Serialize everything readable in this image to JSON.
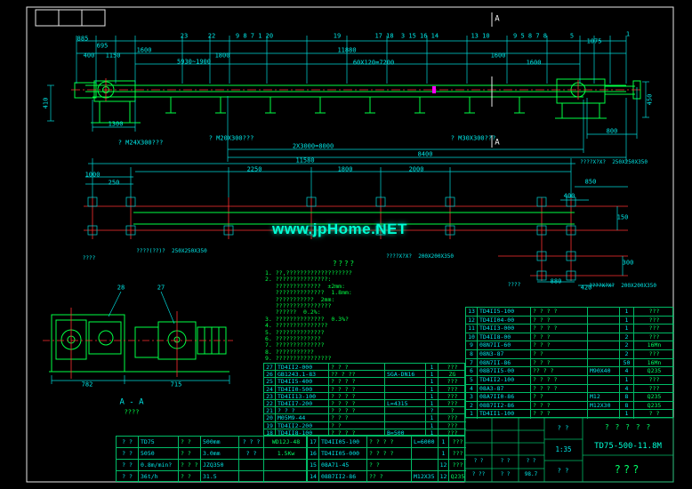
{
  "watermark": {
    "text": "www.jpHome.NET"
  },
  "elevation": {
    "labels": {
      "d885": "885",
      "d695": "695",
      "c23": "23",
      "c22": "22",
      "c98720": "9 8 7 1 20",
      "c19": "19",
      "d11880": "11880",
      "c1718": "17 18",
      "c3151614": "3 15 16 14",
      "c1310": "13 10",
      "c95878": "9 5 8 7 8",
      "c5": "5",
      "d1075": "1075",
      "c1": "1",
      "d400": "400",
      "d1150": "1150",
      "d1600a": "1600",
      "d1800": "1800",
      "d5930": "5930~1900",
      "d7200": "60X120=7200",
      "d1600b": "1600",
      "d1600c": "1600",
      "d1300": "1300",
      "m24": "? M24X300???",
      "m20": "? M20X300???",
      "m30": "? M30X300???",
      "d8000": "2X3000=8000",
      "d8400": "8400",
      "d800": "800",
      "d450": "450",
      "d410": "410",
      "secA_top": "A",
      "secA_bot": "A"
    }
  },
  "plan": {
    "labels": {
      "d1000": "1000",
      "d250": "250",
      "d11580": "11580",
      "d2250": "2250",
      "d1800": "1800",
      "d2000": "2000",
      "d850": "850",
      "d400": "400",
      "d150": "150",
      "d300": "300",
      "d880": "880",
      "d420": "420",
      "anchor_tr": "????X?X?  250X250X350",
      "anchor_bl": "????(??)?  250X250X350",
      "anchor_bc": "????X?X?  200X200X350",
      "anchor_br": "????X?X?  200X200X350",
      "mark_l1": "????",
      "mark_r": "????"
    }
  },
  "section": {
    "labels": {
      "c28": "28",
      "c27": "27",
      "d782": "782",
      "d715": "715",
      "title": "A - A",
      "subtitle": "????"
    }
  },
  "notes": {
    "title": "????",
    "lines": [
      "1. ??,???????????????????",
      "2. ???????????????:",
      "   ?????????????  ±2mm:",
      "   ??????????????  1.8mm:",
      "   ???????????  2mm:",
      "   ????????????????",
      "   ??????  0.2%:",
      "3. ??????????????  0.3%?",
      "4. ???????????????",
      "5. ??????????????",
      "6. ?????????????",
      "7. ??????????????",
      "8. ???????????",
      "9. ????????????????"
    ]
  },
  "bom_right": {
    "rows": [
      [
        "13",
        "TD4II5-100",
        "? ? ? ?",
        "",
        "1",
        "???"
      ],
      [
        "12",
        "TD4II04-00",
        "? ? ?",
        "",
        "1",
        "???"
      ],
      [
        "11",
        "TD4II3-000",
        "? ? ? ?",
        "",
        "1",
        "???"
      ],
      [
        "10",
        "TD4II8-00",
        "? ? ?",
        "",
        "2",
        "???"
      ],
      [
        "9",
        "08N7II-60",
        "? ? ?",
        "",
        "2",
        "16Mn"
      ],
      [
        "8",
        "08N3-87",
        "? ?",
        "",
        "2",
        "???"
      ],
      [
        "7",
        "08N7II-86",
        "? ? ?",
        "",
        "50",
        "16Mn"
      ],
      [
        "6",
        "08B7II5-00",
        "?? ? ?",
        "M90X40",
        "4",
        "Q235"
      ],
      [
        "5",
        "TD4II2-100",
        "? ? ? ?",
        "",
        "1",
        "???"
      ],
      [
        "4",
        "08A3-87",
        "? ? ? ?",
        "",
        "4",
        "???"
      ],
      [
        "3",
        "08A7II0-86",
        "? ?",
        "M12",
        "8",
        "Q235"
      ],
      [
        "2",
        "08B7II2-86",
        "? ? ?",
        "M12X30",
        "8",
        "Q235"
      ],
      [
        "1",
        "TD4II1-100",
        "? ? ?",
        "",
        "1",
        "? ?"
      ]
    ]
  },
  "bom_left": {
    "rows": [
      [
        "27",
        "TD4II2-000",
        "? ? ?",
        "",
        "1",
        "???"
      ],
      [
        "26",
        "GB1243.1-83",
        "?? ? ??",
        "SGA-DN16",
        "1",
        "ZG"
      ],
      [
        "25",
        "TD4II5-400",
        "? ? ? ?",
        "",
        "1",
        "???"
      ],
      [
        "24",
        "TD4II0-500",
        "? ? ? ?",
        "",
        "1",
        "???"
      ],
      [
        "23",
        "TD4II13-100",
        "? ? ? ?",
        "",
        "1",
        "???"
      ],
      [
        "22",
        "TD4II7-200",
        "? ? ? ?",
        "L=4315",
        "1",
        "???"
      ],
      [
        "21",
        "? ? ?",
        "? ? ? ?",
        "",
        "?",
        "?"
      ],
      [
        "20",
        "M05M9-44",
        "? ? ?",
        "",
        "1",
        "???"
      ],
      [
        "19",
        "TD4II2-200",
        "? ?",
        "",
        "1",
        "???"
      ],
      [
        "18",
        "TD4II8-100",
        "? ? ? ?",
        "B=500",
        "1",
        "???"
      ]
    ]
  },
  "bom_bottom": {
    "rows": [
      [
        "17",
        "TD4II05-100",
        "? ? ? ?",
        "L=6000",
        "1",
        "???"
      ],
      [
        "16",
        "TD4II05-000",
        "? ? ? ?",
        "",
        "1",
        "???"
      ],
      [
        "15",
        "08A71-45",
        "? ?",
        "",
        "12",
        "???"
      ],
      [
        "14",
        "08B7II2-86",
        "?? ?",
        "M12X35",
        "12",
        "Q235"
      ]
    ]
  },
  "spec_table": {
    "rows": [
      [
        "? ?",
        "TD75",
        "? ?",
        "500mm",
        "? ? ?",
        "WD12J-48"
      ],
      [
        "? ?",
        "5050",
        "? ?",
        "3.0mm",
        "? ?",
        "1.5Kw"
      ],
      [
        "? ?",
        "0.8m/min?",
        "? ? ?",
        "JZQ350",
        "",
        ""
      ],
      [
        "? ?",
        "36t/h",
        "? ?",
        "31.5",
        "",
        ""
      ]
    ]
  },
  "titleblock": {
    "big": "? ? ? ? ?",
    "model": "TD75-500-11.8M",
    "company": "???",
    "scale": "1:35",
    "mid_top": "? ?",
    "mid_bottom": "? ?",
    "sig0": [
      "? ?",
      "? ?",
      "? ?"
    ],
    "sig1": [
      "? ??",
      "? ?",
      "98.7"
    ]
  }
}
